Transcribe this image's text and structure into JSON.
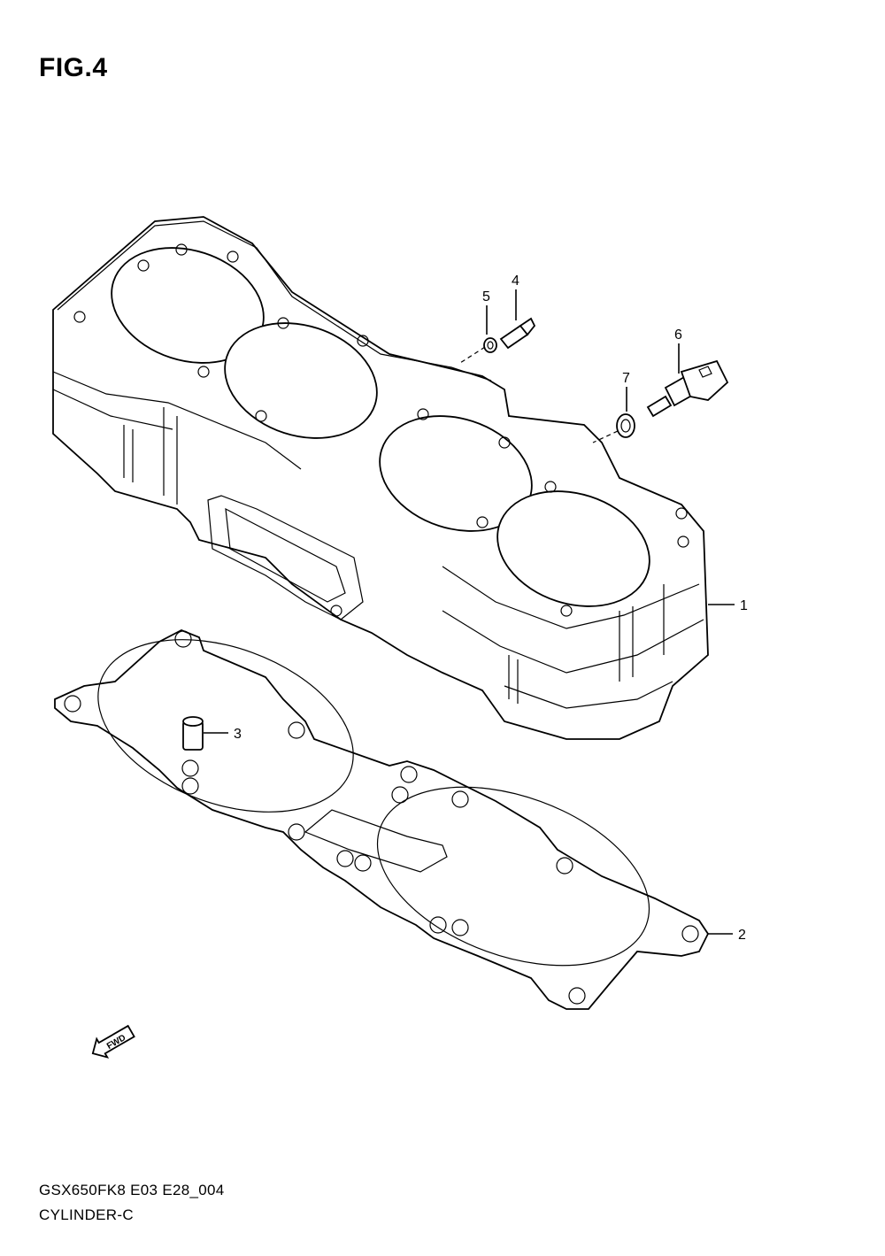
{
  "figure": {
    "title": "FIG.4"
  },
  "callouts": [
    {
      "number": "1",
      "part": "cylinder"
    },
    {
      "number": "2",
      "part": "gasket"
    },
    {
      "number": "3",
      "part": "dowel-pin"
    },
    {
      "number": "4",
      "part": "bolt"
    },
    {
      "number": "5",
      "part": "washer"
    },
    {
      "number": "6",
      "part": "sensor"
    },
    {
      "number": "7",
      "part": "washer"
    }
  ],
  "forward_mark": {
    "text": "FWD",
    "icon": "fwd-arrow-icon"
  },
  "footer": {
    "code": "GSX650FK8 E03 E28_004",
    "name": "CYLINDER-C"
  }
}
